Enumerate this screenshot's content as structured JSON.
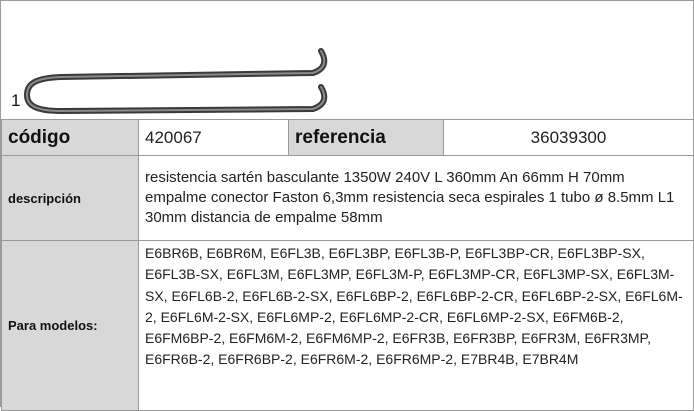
{
  "product": {
    "image_number": "1",
    "icon": "heating-element-icon"
  },
  "labels": {
    "code": "código",
    "reference": "referencia",
    "description": "descripción",
    "models": "Para modelos:"
  },
  "values": {
    "code": "420067",
    "reference": "36039300",
    "description": "resistencia  sartén basculante 1350W 240V L 360mm An 66mm H 70mm empalme conector Faston 6,3mm resistencia seca espirales 1 tubo ø 8.5mm L1 30mm distancia de empalme 58mm",
    "models": "E6BR6B, E6BR6M, E6FL3B, E6FL3BP, E6FL3B-P, E6FL3BP-CR, E6FL3BP-SX, E6FL3B-SX, E6FL3M, E6FL3MP, E6FL3M-P, E6FL3MP-CR, E6FL3MP-SX, E6FL3M-SX, E6FL6B-2, E6FL6B-2-SX, E6FL6BP-2, E6FL6BP-2-CR, E6FL6BP-2-SX, E6FL6M-2, E6FL6M-2-SX, E6FL6MP-2, E6FL6MP-2-CR, E6FL6MP-2-SX, E6FM6B-2, E6FM6BP-2, E6FM6M-2, E6FM6MP-2, E6FR3B, E6FR3BP, E6FR3M, E6FR3MP, E6FR6B-2, E6FR6BP-2, E6FR6M-2, E6FR6MP-2, E7BR4B, E7BR4M"
  }
}
